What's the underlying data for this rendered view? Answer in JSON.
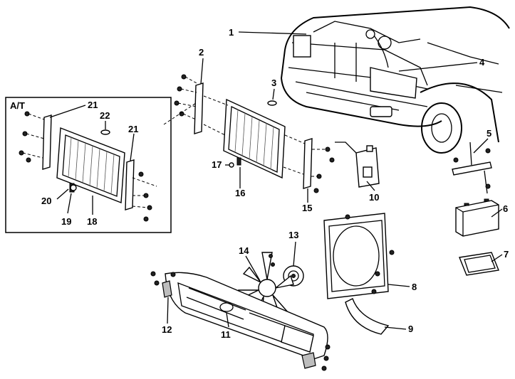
{
  "figure": {
    "inset_label": "A/T",
    "callouts": [
      "1",
      "2",
      "3",
      "4",
      "5",
      "6",
      "7",
      "8",
      "9",
      "10",
      "11",
      "12",
      "13",
      "14",
      "15",
      "16",
      "17",
      "18",
      "19",
      "20",
      "21",
      "22"
    ]
  },
  "parts": {
    "p1": "1",
    "p2": "2",
    "p3": "3",
    "p4": "4",
    "p5": "5",
    "p6": "6",
    "p7": "7",
    "p8": "8",
    "p9": "9",
    "p10": "10",
    "p11": "11",
    "p12": "12",
    "p13": "13",
    "p14": "14",
    "p15": "15",
    "p16": "16",
    "p17": "17",
    "p18": "18",
    "p19": "19",
    "p20": "20",
    "p21a": "21",
    "p21b": "21",
    "p22": "22"
  }
}
